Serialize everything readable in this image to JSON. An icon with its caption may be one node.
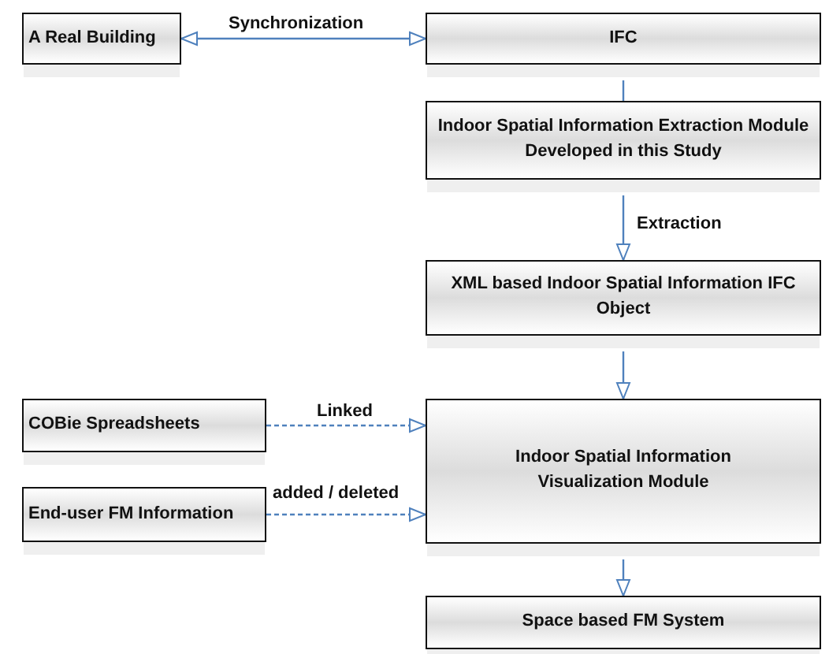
{
  "diagram": {
    "nodes": [
      {
        "text": [
          "A Real Building"
        ]
      },
      {
        "text": [
          "IFC"
        ]
      },
      {
        "text": [
          "Indoor Spatial Information Extraction Module Developed in this Study"
        ]
      },
      {
        "text": [
          "XML based Indoor Spatial Information IFC Object"
        ]
      },
      {
        "text": [
          "COBie Spreadsheets"
        ]
      },
      {
        "text": [
          "End-user FM Information"
        ]
      },
      {
        "text": [
          "Indoor Spatial Information Visualization Module"
        ]
      },
      {
        "text": [
          "Space based FM System"
        ]
      }
    ],
    "edges": [
      {
        "from": 0,
        "to": 1,
        "arrow": "both",
        "label": "Synchronization"
      },
      {
        "from": 1,
        "to": 2,
        "arrow": "none"
      },
      {
        "from": 2,
        "to": 3,
        "arrow": "to",
        "label": "Extraction"
      },
      {
        "from": 3,
        "to": 6,
        "arrow": "to"
      },
      {
        "from": 4,
        "to": 6,
        "arrow": "to",
        "label": "Linked",
        "style": "dashed"
      },
      {
        "from": 5,
        "to": 6,
        "arrow": "to",
        "label": "added / deleted",
        "style": "dashed"
      },
      {
        "from": 6,
        "to": 7,
        "arrow": "to"
      }
    ]
  }
}
